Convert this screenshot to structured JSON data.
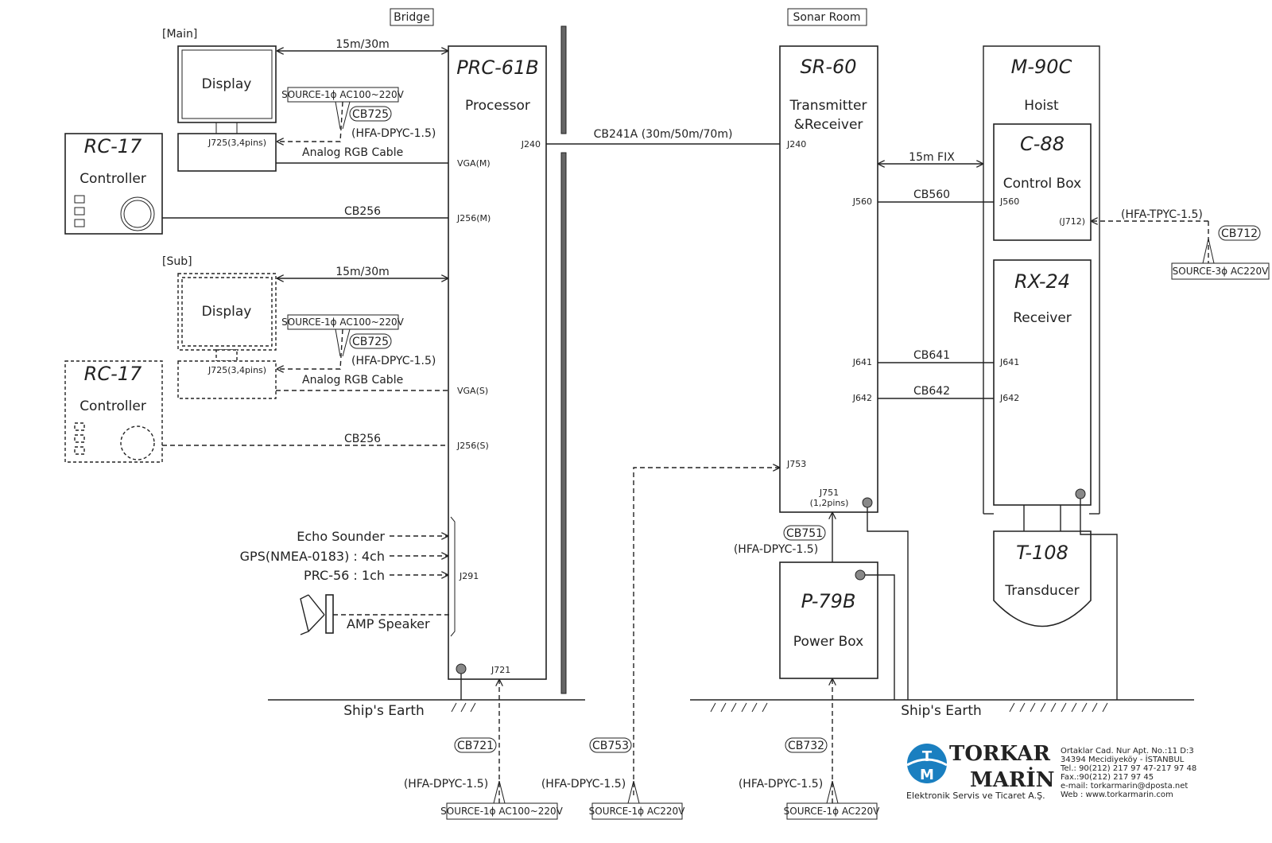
{
  "rooms": {
    "bridge": "Bridge",
    "sonar_room": "Sonar Room"
  },
  "main": {
    "label": "[Main]",
    "display": "Display",
    "dist": "15m/30m",
    "source": "SOURCE-1ϕ AC100~220V",
    "cb": "CB725",
    "hfa": "(HFA-DPYC-1.5)",
    "connector": "J725(3,4pins)",
    "rgb": "Analog RGB Cable",
    "rc_title": "RC-17",
    "rc_sub": "Controller",
    "cb256": "CB256"
  },
  "sub": {
    "label": "[Sub]",
    "display": "Display",
    "dist": "15m/30m",
    "source": "SOURCE-1ϕ AC100~220V",
    "cb": "CB725",
    "hfa": "(HFA-DPYC-1.5)",
    "connector": "J725(3,4pins)",
    "rgb": "Analog RGB Cable",
    "rc_title": "RC-17",
    "rc_sub": "Controller",
    "cb256": "CB256"
  },
  "prc": {
    "title": "PRC-61B",
    "sub": "Processor",
    "j240": "J240",
    "vga_m": "VGA(M)",
    "j256m": "J256(M)",
    "vga_s": "VGA(S)",
    "j256s": "J256(S)",
    "j291": "J291",
    "j721": "J721"
  },
  "inputs": {
    "echo": "Echo Sounder",
    "gps": "GPS(NMEA-0183) : 4ch",
    "prc56": "PRC-56 : 1ch",
    "amp": "AMP Speaker"
  },
  "cable_main": "CB241A (30m/50m/70m)",
  "sr": {
    "title": "SR-60",
    "sub1": "Transmitter",
    "sub2": "&Receiver",
    "j240": "J240",
    "j560": "J560",
    "j641": "J641",
    "j642": "J642",
    "j753": "J753",
    "j751a": "J751",
    "j751b": "(1,2pins)"
  },
  "m90": {
    "title": "M-90C",
    "sub": "Hoist"
  },
  "c88": {
    "title": "C-88",
    "sub": "Control Box",
    "j560": "J560",
    "j712": "(J712)"
  },
  "rx": {
    "title": "RX-24",
    "sub": "Receiver",
    "j641": "J641",
    "j642": "J642"
  },
  "t108": {
    "title": "T-108",
    "sub": "Transducer"
  },
  "p79": {
    "title": "P-79B",
    "sub": "Power Box"
  },
  "cables": {
    "fix": "15m FIX",
    "cb560": "CB560",
    "cb641": "CB641",
    "cb642": "CB642",
    "hfa_tpyc": "(HFA-TPYC-1.5)",
    "cb712": "CB712",
    "src3": "SOURCE-3ϕ AC220V",
    "cb751": "CB751",
    "hfa751": "(HFA-DPYC-1.5)"
  },
  "earth": {
    "left": "Ship's Earth",
    "right": "Ship's Earth"
  },
  "bottom": {
    "cb721": "CB721",
    "hfa721": "(HFA-DPYC-1.5)",
    "src721": "SOURCE-1ϕ AC100~220V",
    "cb753": "CB753",
    "hfa753": "(HFA-DPYC-1.5)",
    "src753": "SOURCE-1ϕ AC220V",
    "cb732": "CB732",
    "hfa732": "(HFA-DPYC-1.5)",
    "src732": "SOURCE-1ϕ AC220V"
  },
  "logo": {
    "initials_t": "T",
    "initials_m": "M",
    "name1": "TORKAR",
    "name2": "MARİN",
    "tagline": "Elektronik Servis ve Ticaret A.Ş.",
    "addr1": "Ortaklar Cad. Nur Apt. No.:11  D:3",
    "addr2": "34394    Mecidiyeköy - İSTANBUL",
    "addr3": "Tel.: 90(212) 217 97 47-217 97 48",
    "addr4": "Fax.:90(212) 217 97 45",
    "addr5": "e-mail: torkarmarin@dposta.net",
    "addr6": "Web  :  www.torkarmarin.com"
  },
  "colors": {
    "line": "#222222",
    "logo_blue": "#1a7fc0",
    "background": "#ffffff"
  }
}
